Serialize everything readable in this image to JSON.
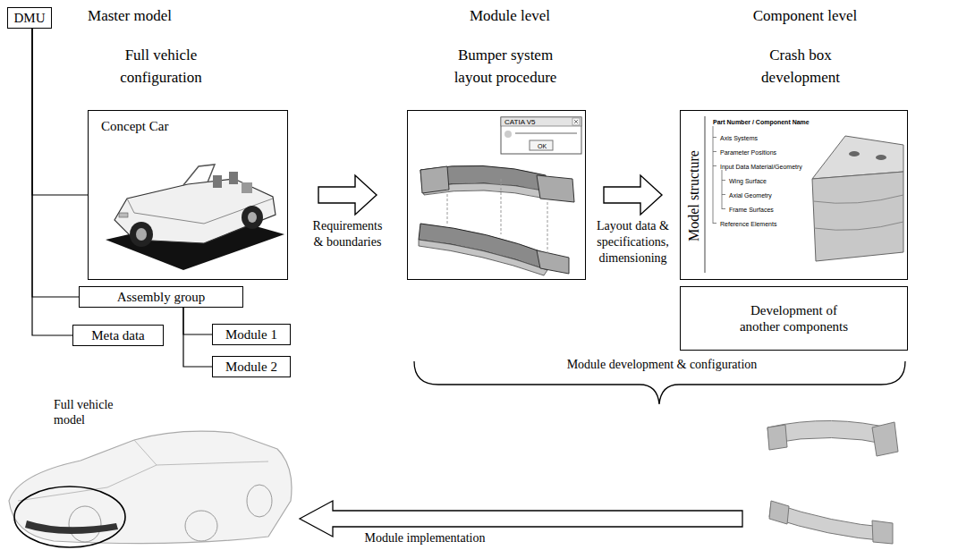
{
  "diagram": {
    "nodes": [
      {
        "text": [
          "DMU"
        ]
      },
      {
        "text": [
          "Concept Car"
        ]
      },
      {
        "text": [
          "Assembly group"
        ]
      },
      {
        "text": [
          "Meta data"
        ]
      },
      {
        "text": [
          "Module 1"
        ]
      },
      {
        "text": [
          "Module 2"
        ]
      },
      {
        "text": [
          "CATIA V5",
          "OK"
        ]
      },
      {
        "text": [
          "Model structure",
          "Part Number / Component Name",
          "Axis Systems",
          "Parameter Positions",
          "Input Data Material/Geometry",
          "Wing Surface",
          "Axial Geometry",
          "Frame Surfaces",
          "Reference Elements"
        ]
      },
      {
        "text": [
          "Development of another components"
        ]
      }
    ],
    "edges": [
      {
        "from": 0,
        "to": 1,
        "arrow": "none"
      },
      {
        "from": 0,
        "to": 2,
        "arrow": "none"
      },
      {
        "from": 0,
        "to": 3,
        "arrow": "none"
      },
      {
        "from": 2,
        "to": 4,
        "arrow": "none"
      },
      {
        "from": 2,
        "to": 5,
        "arrow": "none"
      },
      {
        "from": 1,
        "to": 6,
        "arrow": "to",
        "label": "Requirements & boundaries"
      },
      {
        "from": 6,
        "to": 7,
        "arrow": "to",
        "label": "Layout data & specifications, dimensioning"
      }
    ],
    "labels": [
      "Master model",
      "Full vehicle configuration",
      "Module level",
      "Bumper system layout procedure",
      "Component level",
      "Crash box development",
      "Module development & configuration",
      "Full vehicle model",
      "Module implementation"
    ]
  }
}
